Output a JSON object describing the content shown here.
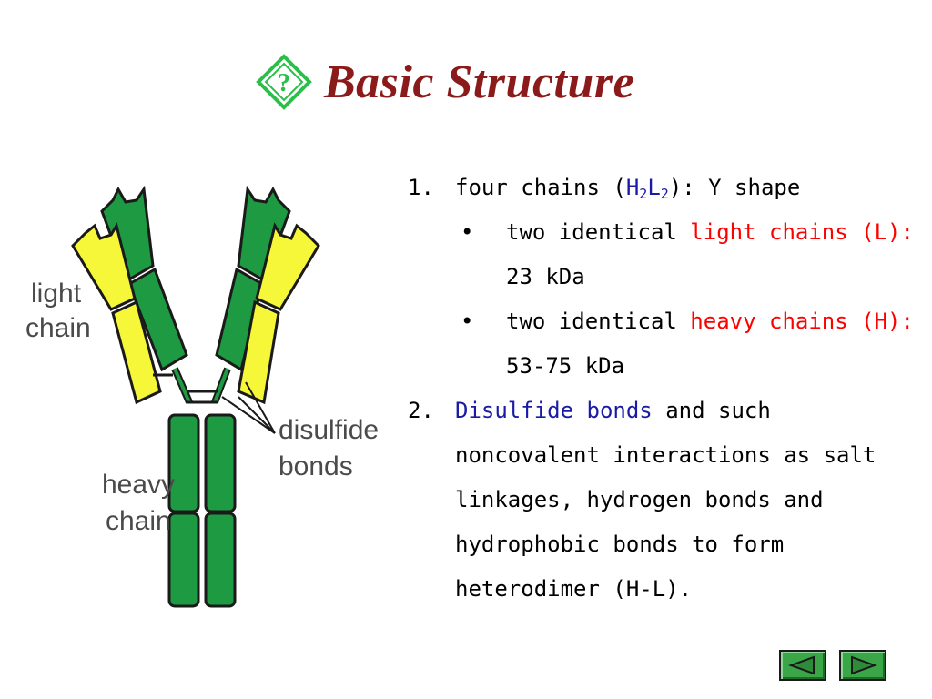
{
  "title": {
    "icon": "diamond-question-icon",
    "text": "Basic Structure"
  },
  "diagram": {
    "light_chain_label_line1": "light",
    "light_chain_label_line2": "chain",
    "disulfide_label_line1": "disulfide",
    "disulfide_label_line2": "bonds",
    "heavy_chain_label_line1": "heavy",
    "heavy_chain_label_line2": "chain",
    "colors": {
      "heavy": "#1e9a43",
      "light": "#f7f73a",
      "outline": "#1a1a1a"
    }
  },
  "content": {
    "item1": {
      "number": "1.",
      "text_before": "four chains (",
      "h": "H",
      "h_sub": "2",
      "l": "L",
      "l_sub": "2",
      "text_after": "): Y shape",
      "bullets": [
        {
          "symbol": "•",
          "text": "two identical ",
          "highlight": "light chains (L):",
          "value": " 23 kDa"
        },
        {
          "symbol": "•",
          "text": "two identical ",
          "highlight": "heavy chains (H):",
          "value": " 53-75 kDa"
        }
      ]
    },
    "item2": {
      "number": "2.",
      "highlight": "Disulfide bonds",
      "text": " and such noncovalent interactions as salt linkages, hydrogen bonds and hydrophobic bonds to form heterodimer (H-L)."
    }
  },
  "nav": {
    "prev_icon": "triangle-left-icon",
    "next_icon": "triangle-right-icon"
  }
}
